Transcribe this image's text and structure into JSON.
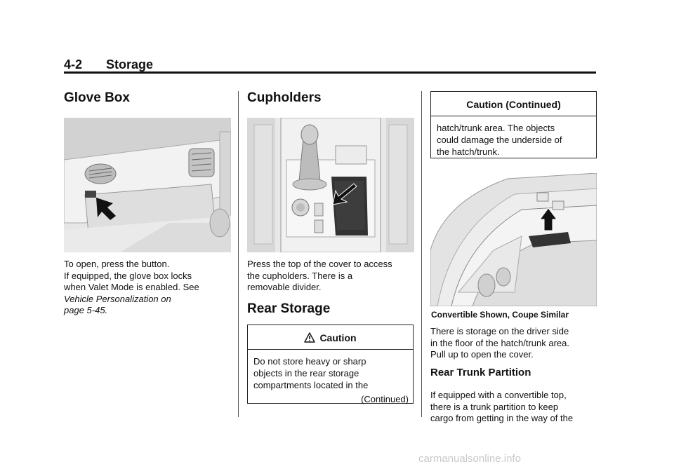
{
  "header": {
    "page_number": "4-2",
    "section": "Storage"
  },
  "glove_box": {
    "title": "Glove Box",
    "text_lines": [
      "To open, press the button.",
      "If equipped, the glove box locks",
      "when Valet Mode is enabled. See"
    ],
    "ref_lines": [
      "Vehicle Personalization on",
      "page 5-45."
    ],
    "ref_suffix": "."
  },
  "cupholders": {
    "title": "Cupholders",
    "text_lines": [
      "Press the top of the cover to access",
      "the cupholders. There is a",
      "removable divider."
    ]
  },
  "rear_storage": {
    "title": "Rear Storage",
    "caution": {
      "title": "Caution",
      "text_lines": [
        "Do not store heavy or sharp",
        "objects in the rear storage",
        "compartments located in the"
      ],
      "continued": "(Continued)"
    }
  },
  "caution_continued": {
    "title": "Caution  (Continued)",
    "text_lines": [
      "hatch/trunk area. The objects",
      "could damage the underside of",
      "the hatch/trunk."
    ]
  },
  "trunk_figure": {
    "caption": "Convertible Shown, Coupe Similar"
  },
  "storage_text_lines": [
    "There is storage on the driver side",
    "in the floor of the hatch/trunk area.",
    "Pull up to open the cover."
  ],
  "rear_trunk_partition": {
    "title": "Rear Trunk Partition",
    "text_lines": [
      "If equipped with a convertible top,",
      "there is a trunk partition to keep",
      "cargo from getting in the way of the"
    ]
  },
  "watermark": "carmanualsonline.info",
  "icons": [
    "warning-triangle-icon",
    "arrow-pointer-icon"
  ]
}
